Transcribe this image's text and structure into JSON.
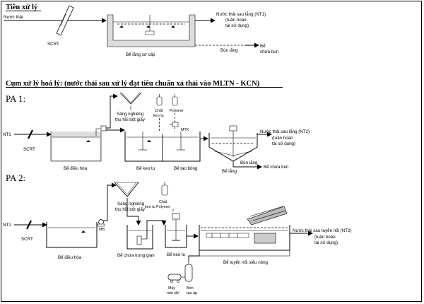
{
  "pretreatment": {
    "title": "Tiền xử lý",
    "inlet": "Nước thải",
    "screen": "SCRT",
    "tank": "Bể lắng sơ cấp",
    "outlet": "Nước thải sau lắng (NT1)",
    "reuse_1": "(tuần hoàn",
    "reuse_2": "tái sử dụng)",
    "sludge": "Bùn lắng",
    "sludge_tank_1": "Bể",
    "sludge_tank_2": "chứa bùn"
  },
  "physchem_title": "Cụm xử lý hoá lý: (nước thải sau xử lý đạt tiêu chuẩn xả thải vào MLTN - KCN)",
  "pa1": {
    "label": "PA 1:",
    "inlet": "NT1",
    "screen": "SCRT",
    "sieve_1": "Sàng nghiêng",
    "sieve_2": "thu hồi bột giấy",
    "chemical_1": "Chất",
    "chemical_2": "keo tụ",
    "polymer": "Polymer",
    "mtk": "MTK",
    "equalization": "Bể điều hòa",
    "coagulation": "Bể keo tụ",
    "flocculation": "Bể tạo bông",
    "settling": "Bể lắng",
    "outlet": "Nước thải sau lắng (NT2)",
    "reuse_1": "(tuần hoàn",
    "reuse_2": "tái sử dụng)",
    "sludge": "Bùn lắng",
    "sludge_tank": "Bể chứa bùn"
  },
  "pa2": {
    "label": "PA 2:",
    "inlet": "NT1",
    "screen": "SCRT",
    "sieve_1": "Sàng nghiêng",
    "sieve_2": "thu hồi bột giấy",
    "pump": "MB",
    "chemical_1": "Chất",
    "chemical_2": "keo tụ Polymer",
    "equalization": "Bể điều hòa",
    "intermediate": "Bể chứa trung gian",
    "coagulation": "Bể keo tụ",
    "flotation": "Bể tuyển nổi siêu nông",
    "outlet": "Nước thải sau tuyển nổi (NT2)",
    "reuse_1": "(tuần hoàn",
    "reuse_2": "tái sử dụng)",
    "compressor_1": "Máy",
    "compressor_2": "nén khí",
    "pressure_1": "Bồn",
    "pressure_2": "tạo áp"
  }
}
